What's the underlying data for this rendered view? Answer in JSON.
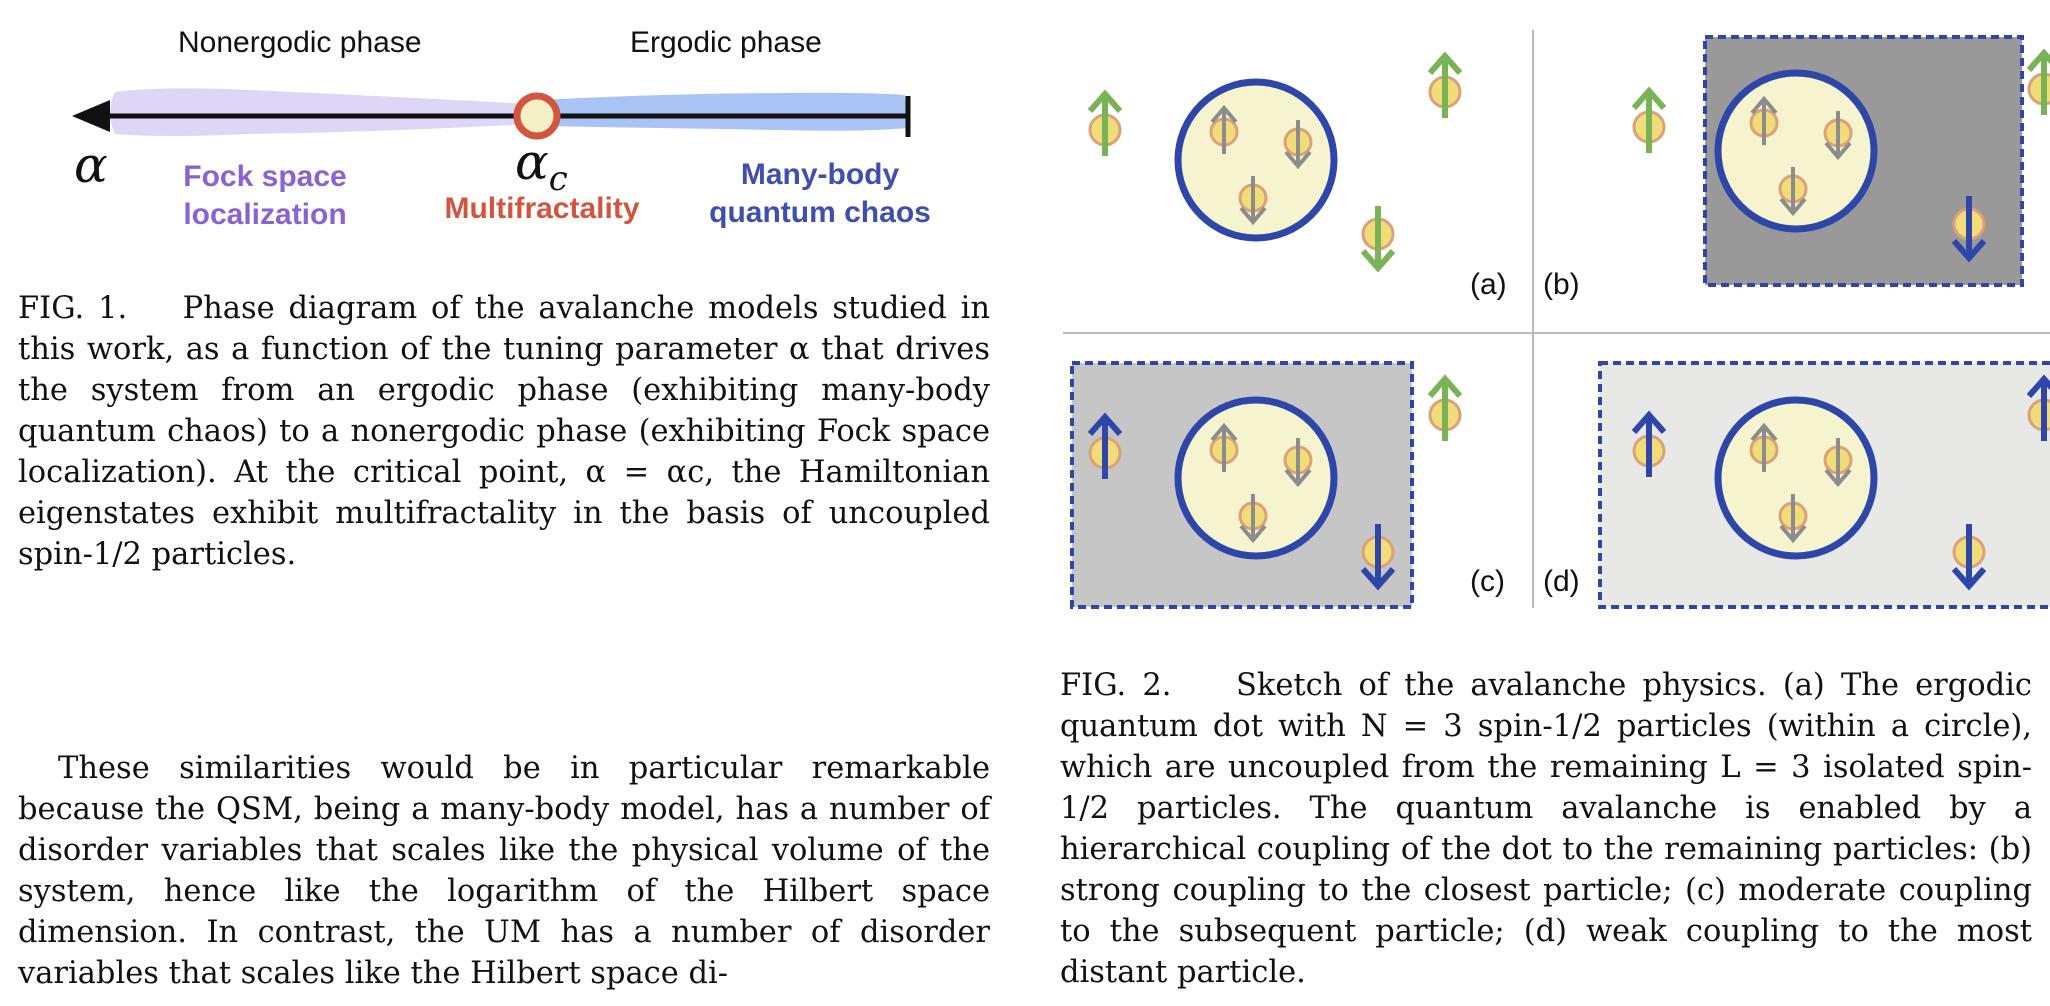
{
  "fig1": {
    "left_phase": "Nonergodic phase",
    "right_phase": "Ergodic phase",
    "alpha_symbol": "α",
    "alpha_c_symbol": "α",
    "alpha_c_subscript": "c",
    "left_region_line1": "Fock space",
    "left_region_line2": "localization",
    "center_region": "Multifractality",
    "right_region_line1": "Many-body",
    "right_region_line2": "quantum chaos",
    "colors": {
      "left_band": "#ddd6f7",
      "right_band": "#a9c4f4",
      "left_text": "#8a63d2",
      "center_text": "#d2553f",
      "right_text": "#3e4fb0",
      "critical_fill": "#f4efc4"
    },
    "caption": {
      "tag": "FIG. 1.",
      "text": "Phase diagram of the avalanche models studied in this work, as a function of the tuning parameter α that drives the system from an ergodic phase (exhibiting many-body quantum chaos) to a nonergodic phase (exhibiting Fock space localization). At the critical point, α = αc, the Hamiltonian eigenstates exhibit multifractality in the basis of uncoupled spin-1/2 particles."
    }
  },
  "fig2": {
    "panels": [
      "(a)",
      "(b)",
      "(c)",
      "(d)"
    ],
    "colors": {
      "dot_fill": "#f5f4cf",
      "dot_border": "#2d46a8",
      "box_strong": "#999999",
      "box_moderate": "#c6c6c6",
      "box_weak": "#e8e8e6",
      "free_arrow": "#79b356",
      "coupled_arrow": "#2d46a8",
      "dot_arrow": "#8c8c8c",
      "particle_fill": "#f0dc78",
      "particle_border": "#d9a27a"
    },
    "caption": {
      "tag": "FIG. 2.",
      "text": "Sketch of the avalanche physics. (a) The ergodic quantum dot with N = 3 spin-1/2 particles (within a circle), which are uncoupled from the remaining L = 3 isolated spin-1/2 particles. The quantum avalanche is enabled by a hierarchical coupling of the dot to the remaining particles: (b) strong coupling to the closest particle; (c) moderate coupling to the subsequent particle; (d) weak coupling to the most distant particle."
    }
  },
  "body": {
    "paragraph": "These similarities would be in particular remarkable because the QSM, being a many-body model, has a number of disorder variables that scales like the physical volume of the system, hence like the logarithm of the Hilbert space dimension. In contrast, the UM has a number of disorder variables that scales like the Hilbert space di-"
  }
}
